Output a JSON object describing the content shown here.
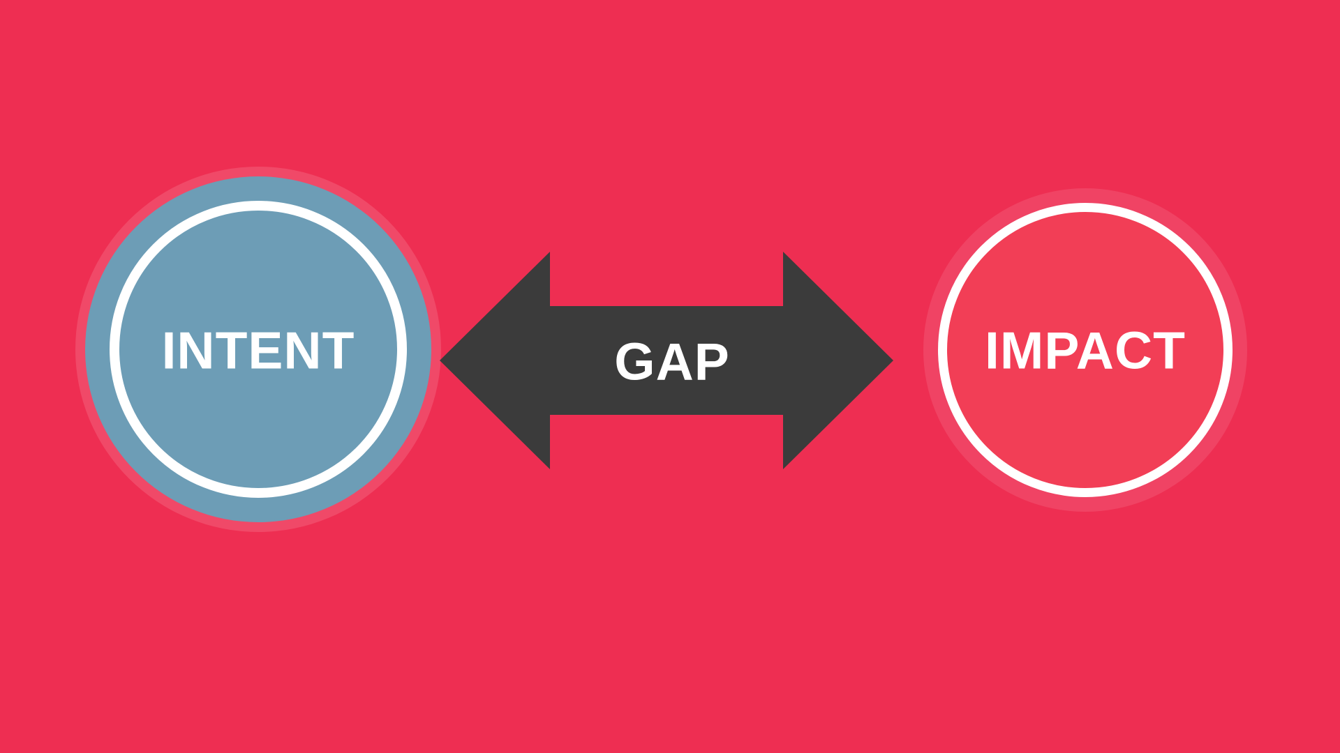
{
  "nodes": {
    "intent": {
      "label": "INTENT",
      "fill": "#6D9DB6",
      "ring": "#FFFFFF"
    },
    "impact": {
      "label": "IMPACT",
      "fill": "#F23E56",
      "ring": "#FFFFFF"
    }
  },
  "connector": {
    "label": "GAP",
    "type": "double-headed-arrow",
    "fill": "#3B3B3B"
  },
  "colors": {
    "background": "#EE2E52",
    "label_text": "#FFFFFF"
  }
}
